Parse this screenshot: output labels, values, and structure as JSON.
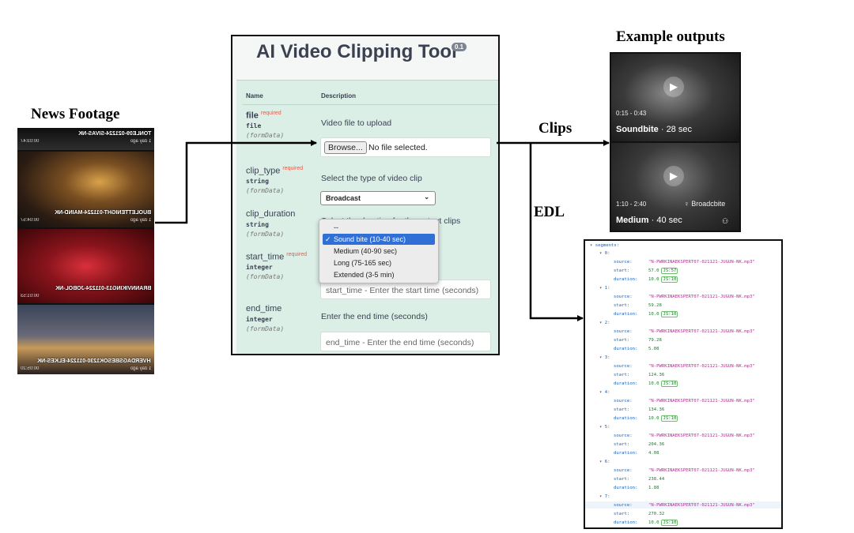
{
  "labels": {
    "news_footage": "News Footage",
    "example_outputs": "Example outputs",
    "clips": "Clips",
    "edl": "EDL"
  },
  "news_footage": {
    "thumbnails": [
      {
        "caption": "TONLE09-021224-SIVAS-NK",
        "duration": "00:03:47",
        "age": "1 day ago",
        "colors": [
          "#1a1a1a",
          "#3a3a3a"
        ]
      },
      {
        "caption": "BUOLETTENIGHT-011224-MAIND-NK",
        "duration": "00:04:57",
        "age": "1 day ago",
        "colors": [
          "#2b1c12",
          "#7a5a2a"
        ]
      },
      {
        "caption": "BRANNVIKING13-011224-JOBOL-NK",
        "duration": "00:01:53",
        "age": "",
        "colors": [
          "#5a0b10",
          "#b8242a"
        ]
      },
      {
        "caption": "HVERDAGSBESOK1230-011224-ELKES-NK",
        "duration": "00:05:20",
        "age": "1 day ago",
        "colors": [
          "#2c2c3a",
          "#8a7460"
        ]
      }
    ]
  },
  "tool": {
    "title": "AI Video Clipping Tool",
    "version": "0.1",
    "columns": {
      "name": "Name",
      "description": "Description"
    },
    "required_label": "required",
    "params": [
      {
        "name": "file",
        "type": "file",
        "in": "(formData)",
        "description": "Video file to upload",
        "required": true
      },
      {
        "name": "clip_type",
        "type": "string",
        "in": "(formData)",
        "description": "Select the type of video clip",
        "required": true
      },
      {
        "name": "clip_duration",
        "type": "string",
        "in": "(formData)",
        "description": "Select the duration for the output clips",
        "required": false
      },
      {
        "name": "start_time",
        "type": "integer",
        "in": "(formData)",
        "description": "",
        "required": true
      },
      {
        "name": "end_time",
        "type": "integer",
        "in": "(formData)",
        "description": "Enter the end time (seconds)",
        "required": false
      }
    ],
    "file_input": {
      "browse_label": "Browse...",
      "status": "No file selected."
    },
    "clip_type_value": "Broadcast",
    "duration_options": [
      {
        "label": "--",
        "selected": false
      },
      {
        "label": "Sound bite (10-40 sec)",
        "selected": true
      },
      {
        "label": "Medium (40-90 sec)",
        "selected": false
      },
      {
        "label": "Long (75-165 sec)",
        "selected": false
      },
      {
        "label": "Extended (3-5 min)",
        "selected": false
      }
    ],
    "start_time_placeholder": "start_time - Enter the start time (seconds)",
    "end_time_placeholder": "end_time - Enter the end time (seconds)"
  },
  "clips": [
    {
      "time": "0:15 - 0:43",
      "type": "Soundbite",
      "length": "28 sec",
      "extra": "",
      "colors": [
        "#222",
        "#6a6a6a"
      ]
    },
    {
      "time": "1:10 - 2:40",
      "type": "Medium",
      "length": "40 sec",
      "extra": "Broadcbite",
      "colors": [
        "#2a2a2a",
        "#5c5c5c"
      ]
    }
  ],
  "edl": {
    "root_key": "segments:",
    "field_labels": {
      "source": "source:",
      "start": "start:",
      "duration": "duration:"
    },
    "segments": [
      {
        "index": "0:",
        "source": "\"N-PWRKINAEKSPERT07-021121-JUGUN-NK.mp3\"",
        "start": "57.0",
        "start_badge": "JS:57",
        "duration": "10.0",
        "duration_badge": "JS:10"
      },
      {
        "index": "1:",
        "source": "\"N-PWRKINAEKSPERT07-021121-JUGUN-NK.mp3\"",
        "start": "59.28",
        "start_badge": "",
        "duration": "10.0",
        "duration_badge": "JS:10"
      },
      {
        "index": "2:",
        "source": "\"N-PWRKINAEKSPERT07-021121-JUGUN-NK.mp3\"",
        "start": "79.28",
        "start_badge": "",
        "duration": "5.08",
        "duration_badge": ""
      },
      {
        "index": "3:",
        "source": "\"N-PWRKINAEKSPERT07-021121-JUGUN-NK.mp3\"",
        "start": "124.36",
        "start_badge": "",
        "duration": "10.0",
        "duration_badge": "JS:10"
      },
      {
        "index": "4:",
        "source": "\"N-PWRKINAEKSPERT07-021121-JUGUN-NK.mp3\"",
        "start": "134.36",
        "start_badge": "",
        "duration": "10.0",
        "duration_badge": "JS:10"
      },
      {
        "index": "5:",
        "source": "\"N-PWRKINAEKSPERT07-021121-JUGUN-NK.mp3\"",
        "start": "204.36",
        "start_badge": "",
        "duration": "4.08",
        "duration_badge": ""
      },
      {
        "index": "6:",
        "source": "\"N-PWRKINAEKSPERT07-021121-JUGUN-NK.mp3\"",
        "start": "238.44",
        "start_badge": "",
        "duration": "1.88",
        "duration_badge": ""
      },
      {
        "index": "7:",
        "source": "\"N-PWRKINAEKSPERT07-021121-JUGUN-NK.mp3\"",
        "start": "270.32",
        "start_badge": "",
        "duration": "10.0",
        "duration_badge": "JS:10"
      }
    ]
  }
}
